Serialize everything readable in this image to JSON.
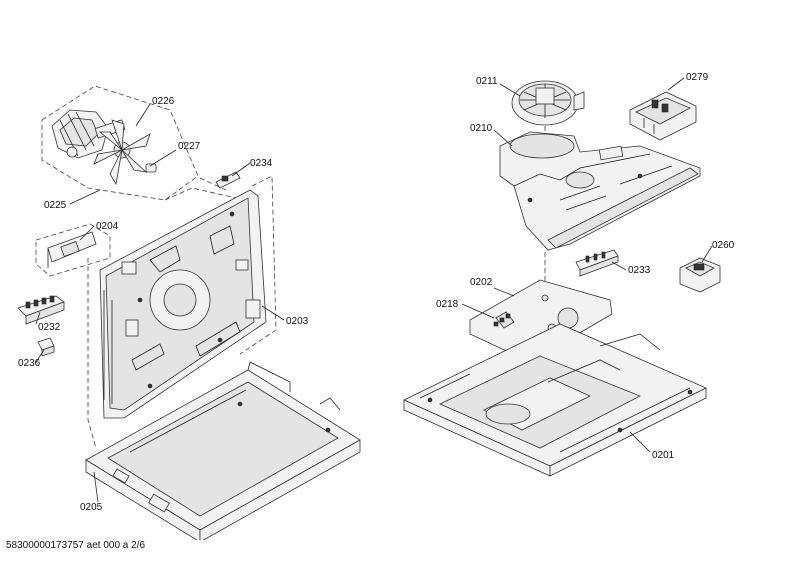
{
  "document": {
    "reference": "58300000173757 aet 000 a 2/6"
  },
  "parts": [
    {
      "id": "p0226",
      "label": "0226"
    },
    {
      "id": "p0227",
      "label": "0227"
    },
    {
      "id": "p0225",
      "label": "0225"
    },
    {
      "id": "p0234",
      "label": "0234"
    },
    {
      "id": "p0204",
      "label": "0204"
    },
    {
      "id": "p0232",
      "label": "0232"
    },
    {
      "id": "p0236",
      "label": "0236"
    },
    {
      "id": "p0203",
      "label": "0203"
    },
    {
      "id": "p0205",
      "label": "0205"
    },
    {
      "id": "p0211",
      "label": "0211"
    },
    {
      "id": "p0279",
      "label": "0279"
    },
    {
      "id": "p0210",
      "label": "0210"
    },
    {
      "id": "p0260",
      "label": "0260"
    },
    {
      "id": "p0233",
      "label": "0233"
    },
    {
      "id": "p0202",
      "label": "0202"
    },
    {
      "id": "p0218",
      "label": "0218"
    },
    {
      "id": "p0201",
      "label": "0201"
    }
  ]
}
